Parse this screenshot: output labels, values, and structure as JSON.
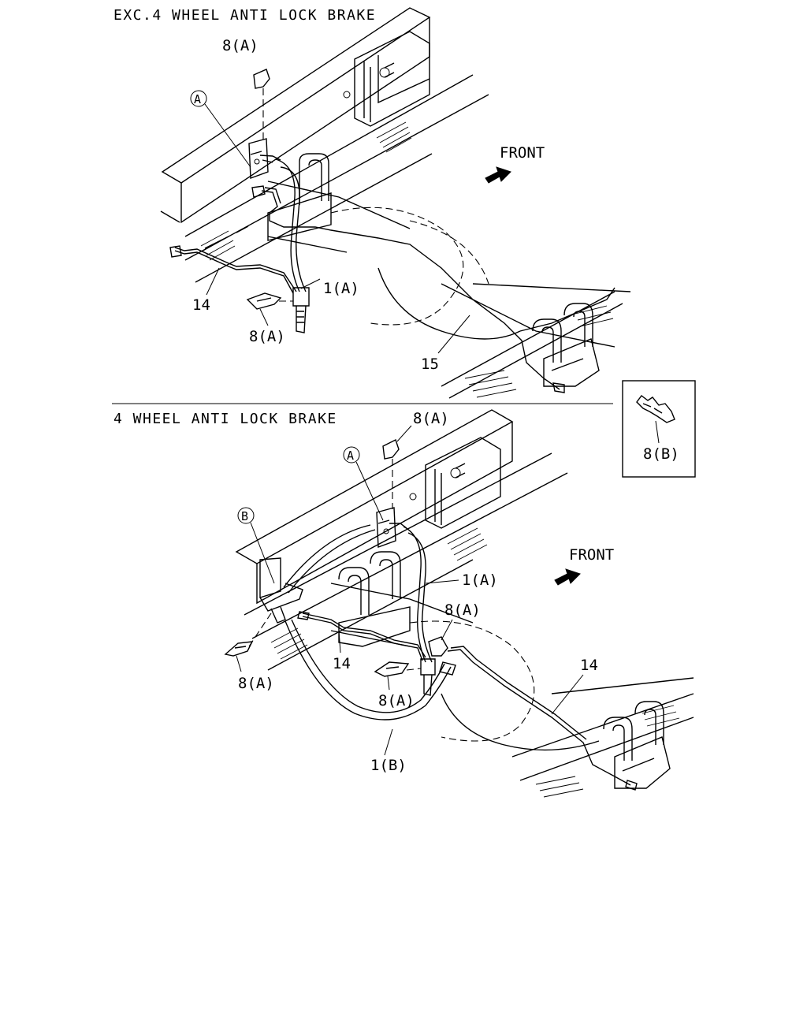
{
  "sections": {
    "top": {
      "title": "EXC.4 WHEEL ANTI LOCK BRAKE",
      "front": "FRONT",
      "callouts": {
        "clip_upper": "8(A)",
        "circle_a": "A",
        "hose": "1(A)",
        "pipe_left": "14",
        "clip_lower": "8(A)",
        "pipe_right": "15"
      }
    },
    "bottom": {
      "title": "4 WHEEL ANTI LOCK BRAKE",
      "front": "FRONT",
      "callouts": {
        "clip_top": "8(A)",
        "circle_a": "A",
        "circle_b": "B",
        "hose_a": "1(A)",
        "clip_right": "8(A)",
        "pipe_left": "14",
        "pipe_right": "14",
        "clip_left": "8(A)",
        "clip_center": "8(A)",
        "hose_b": "1(B)"
      }
    },
    "inset": {
      "label": "8(B)"
    }
  }
}
